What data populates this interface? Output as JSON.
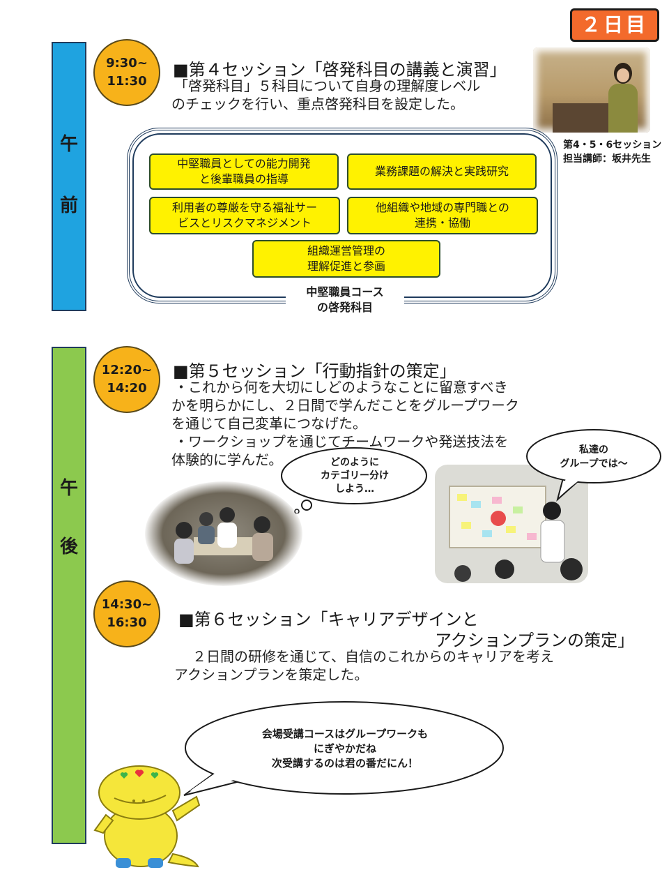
{
  "day_badge": "２日目",
  "am_label": [
    "午",
    "前"
  ],
  "pm_label": [
    "午",
    "後"
  ],
  "session4": {
    "time_start": "9:30~",
    "time_end": "11:30",
    "title": "■第４セッション「啓発科目の講義と演習」",
    "body": [
      "「啓発科目」５科目について自身の理解度レベル",
      "のチェックを行い、重点啓発科目を設定した。"
    ]
  },
  "lecturer_caption": [
    "第4・5・6セッション",
    "担当講師：坂井先生"
  ],
  "subjects": {
    "items": [
      [
        "中堅職員としての能力開発",
        "と後輩職員の指導"
      ],
      [
        "業務課題の解決と実践研究"
      ],
      [
        "利用者の尊厳を守る福祉サー",
        "ビスとリスクマネジメント"
      ],
      [
        "他組織や地域の専門職との",
        "連携・協働"
      ],
      [
        "組織運営管理の",
        "理解促進と参画"
      ]
    ],
    "label": [
      "中堅職員コース",
      "の啓発科目"
    ]
  },
  "session5": {
    "time_start": "12:20~",
    "time_end": "14:20",
    "title": "■第５セッション「行動指針の策定」",
    "body": [
      "・これから何を大切にしどのようなことに留意すべき",
      "かを明らかにし、２日間で学んだことをグループワーク",
      "を通じて自己変革につなげた。",
      "・ワークショップを通じてチームワークや発送技法を",
      "体験的に学んだ。"
    ]
  },
  "bubble_thought": [
    "どのように",
    "カテゴリー分け",
    "しよう…"
  ],
  "bubble_group": [
    "私達の",
    "グループでは～"
  ],
  "session6": {
    "time_start": "14:30~",
    "time_end": "16:30",
    "title_line1": "■第６セッション「キャリアデザインと",
    "title_line2": "アクションプランの策定」",
    "body": [
      "２日間の研修を通じて、自信のこれからのキャリアを考え",
      "アクションプランを策定した。"
    ]
  },
  "mascot_bubble": [
    "会場受講コースはグループワークも",
    "にぎやかだね",
    "次受講するのは君の番だにん！"
  ],
  "colors": {
    "badge": "#f36a2c",
    "am_bar": "#1fa3e0",
    "pm_bar": "#8cc94e",
    "time_circle": "#f7b21a",
    "subject_box": "#fff200",
    "mascot": "#f5e63a"
  },
  "icons": {
    "mascot": "yellow-mascot-character",
    "thought_bubble": "thought-cloud",
    "speech_bubble": "speech-oval"
  }
}
